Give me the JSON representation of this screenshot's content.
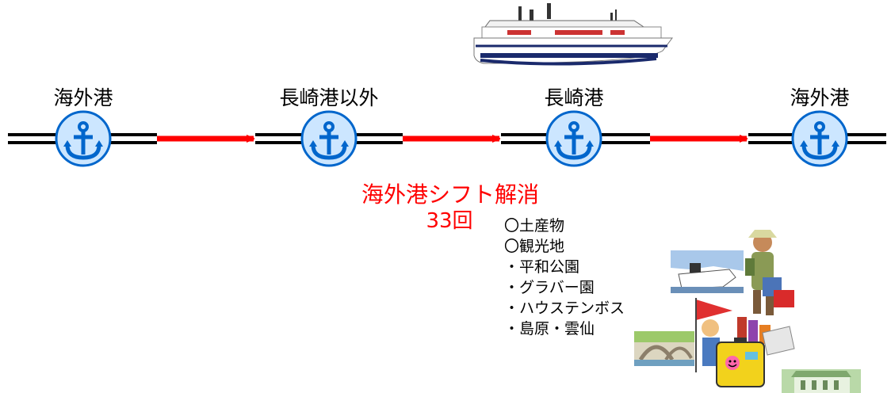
{
  "ports": [
    {
      "label": "海外港"
    },
    {
      "label": "長崎港以外"
    },
    {
      "label": "長崎港"
    },
    {
      "label": "海外港"
    }
  ],
  "icons": {
    "port": "anchor-icon",
    "ship": "cruise-ship-icon",
    "tourism": "tourism-clipart"
  },
  "colors": {
    "arrow": "#ff0000",
    "anchor_fill": "#cce6ff",
    "anchor_stroke": "#0066cc",
    "track": "#000000",
    "highlight_text": "#ff0000"
  },
  "shift": {
    "title": "海外港シフト解消",
    "count": "33回"
  },
  "attractions": {
    "rows": [
      "〇土産物",
      "〇観光地",
      "・平和公園",
      "・グラバー園",
      "・ハウステンボス",
      "・島原・雲仙"
    ]
  }
}
